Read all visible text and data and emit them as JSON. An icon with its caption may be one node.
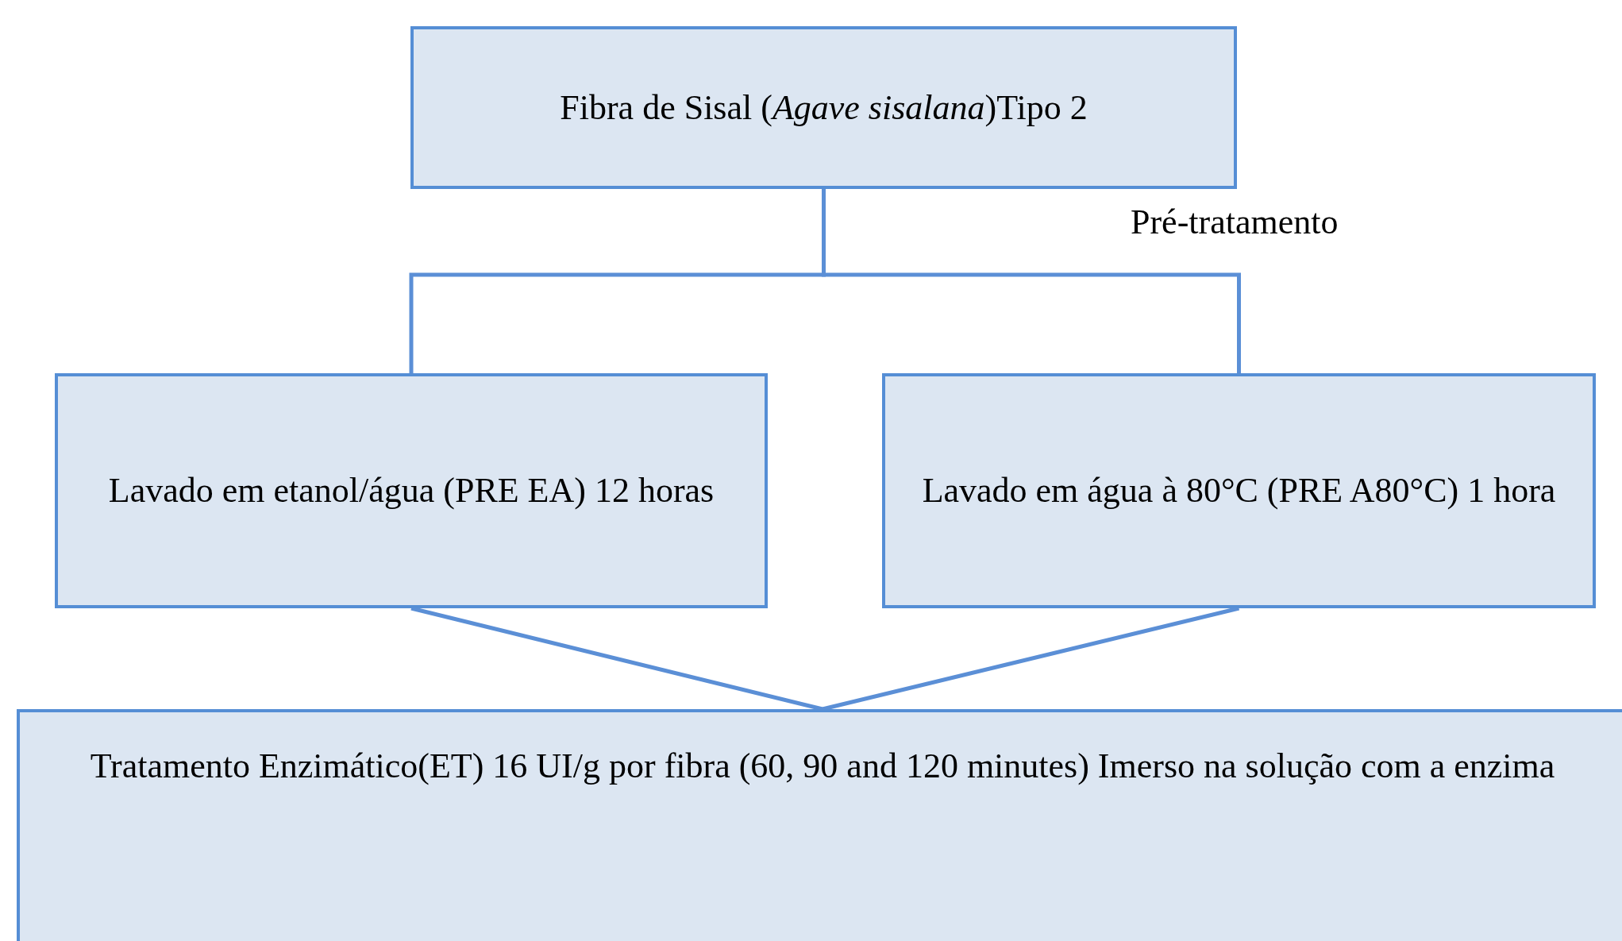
{
  "diagram": {
    "nodes": [
      {
        "text": [
          "Fibra de Sisal (*Agave sisalana*)Tipo 2"
        ]
      },
      {
        "text": [
          "Lavado em etanol/água (PRE EA) 12 horas"
        ]
      },
      {
        "text": [
          "Lavado em água à 80°C (PRE A80°C) 1 hora"
        ]
      },
      {
        "text": [
          "Tratamento Enzimático(ET) 16 UI/g por fibra (60, 90 and 120 minutes) Imerso na solução com a enzima"
        ]
      }
    ],
    "edges": [
      {
        "from": 0,
        "to": 1,
        "arrow": "none"
      },
      {
        "from": 0,
        "to": 2,
        "arrow": "none"
      },
      {
        "from": 1,
        "to": 3,
        "arrow": "none"
      },
      {
        "from": 2,
        "to": 3,
        "arrow": "none"
      }
    ],
    "labels": [
      "Pré-tratamento"
    ]
  }
}
